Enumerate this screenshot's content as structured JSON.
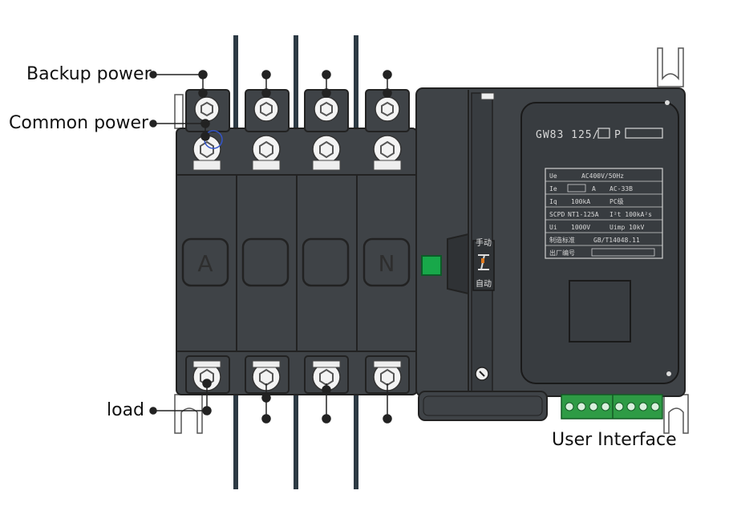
{
  "labels": {
    "backup_power": "Backup power",
    "common_power": "Common power",
    "load": "load",
    "user_interface": "User Interface"
  },
  "device": {
    "model": "GW83 125/",
    "model_suffix": "P",
    "phase_labels": [
      "A",
      "",
      "",
      "N"
    ],
    "side_text_top": "手动",
    "side_text_bottom": "自动",
    "nameplate": {
      "row1": [
        "Ue",
        "AC400V/50Hz"
      ],
      "row2": [
        "Ie",
        "A",
        "AC-33B"
      ],
      "row3": [
        "Iq",
        "100kA",
        "PC级"
      ],
      "row4": [
        "SCPD",
        "NT1-125A",
        "I²t 100kA²s"
      ],
      "row5": [
        "Ui",
        "1000V",
        "Uimp 10kV"
      ],
      "row6": [
        "制造标准",
        "GB/T14048.11"
      ],
      "row7": [
        "出厂编号",
        ""
      ]
    }
  },
  "colors": {
    "body": "#3f4347",
    "body_dark": "#2f3235",
    "terminal_green": "#2e9b45",
    "indicator_green": "#18a84a",
    "wire": "#2d3a44"
  }
}
